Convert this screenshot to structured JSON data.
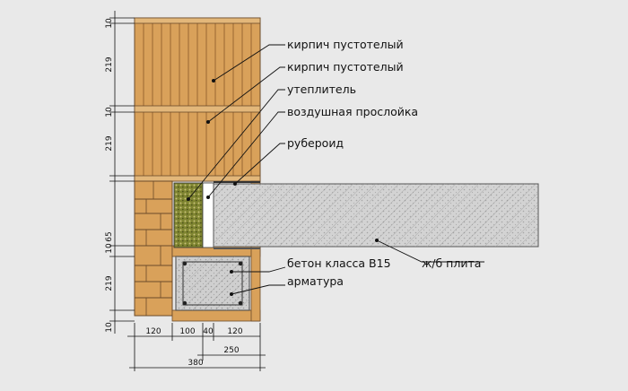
{
  "labels": {
    "brick_top": "кирпич пустотелый",
    "brick_second": "кирпич пустотелый",
    "insulation": "утеплитель",
    "air_gap": "воздушная прослойка",
    "roofing_felt": "рубероид",
    "concrete": "бетон класса В15",
    "reinforcement": "арматура",
    "slab": "ж/б плита"
  },
  "dims_vertical": {
    "d1": "10",
    "d2": "219",
    "d3": "10",
    "d4": "219",
    "d5": "10",
    "d6": "65",
    "d7": "219",
    "d8": "10"
  },
  "dims_horizontal": {
    "w1": "120",
    "w2": "100",
    "w3": "40",
    "w4": "120",
    "w5": "250",
    "w6": "380"
  },
  "colors": {
    "brick": "#d9a15a",
    "brick_dark": "#b36d2a",
    "concrete": "#d3d3d3",
    "insulation": "#8a8f3a",
    "background": "#e9e9e9"
  }
}
